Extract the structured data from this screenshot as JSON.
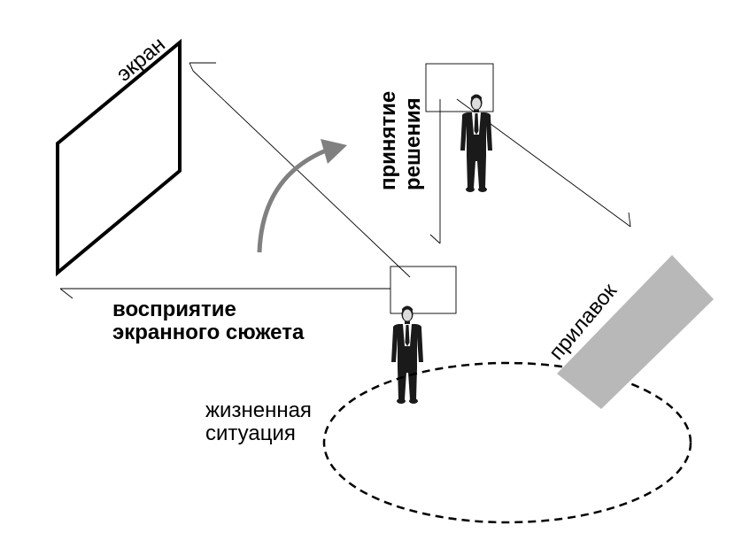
{
  "labels": {
    "screen": "экран",
    "decision_line1": "принятие",
    "decision_line2": "решения",
    "perception_line1": "восприятие",
    "perception_line2": "экранного сюжета",
    "situation_line1": "жизненная",
    "situation_line2": "ситуация",
    "counter": "прилавок"
  },
  "colors": {
    "line": "#000000",
    "arrow": "#808080",
    "counter": "#b8b8b8",
    "figure": "#1a1a1a",
    "shirt": "#ffffff"
  },
  "icons": {
    "person": "person-figure-icon"
  }
}
